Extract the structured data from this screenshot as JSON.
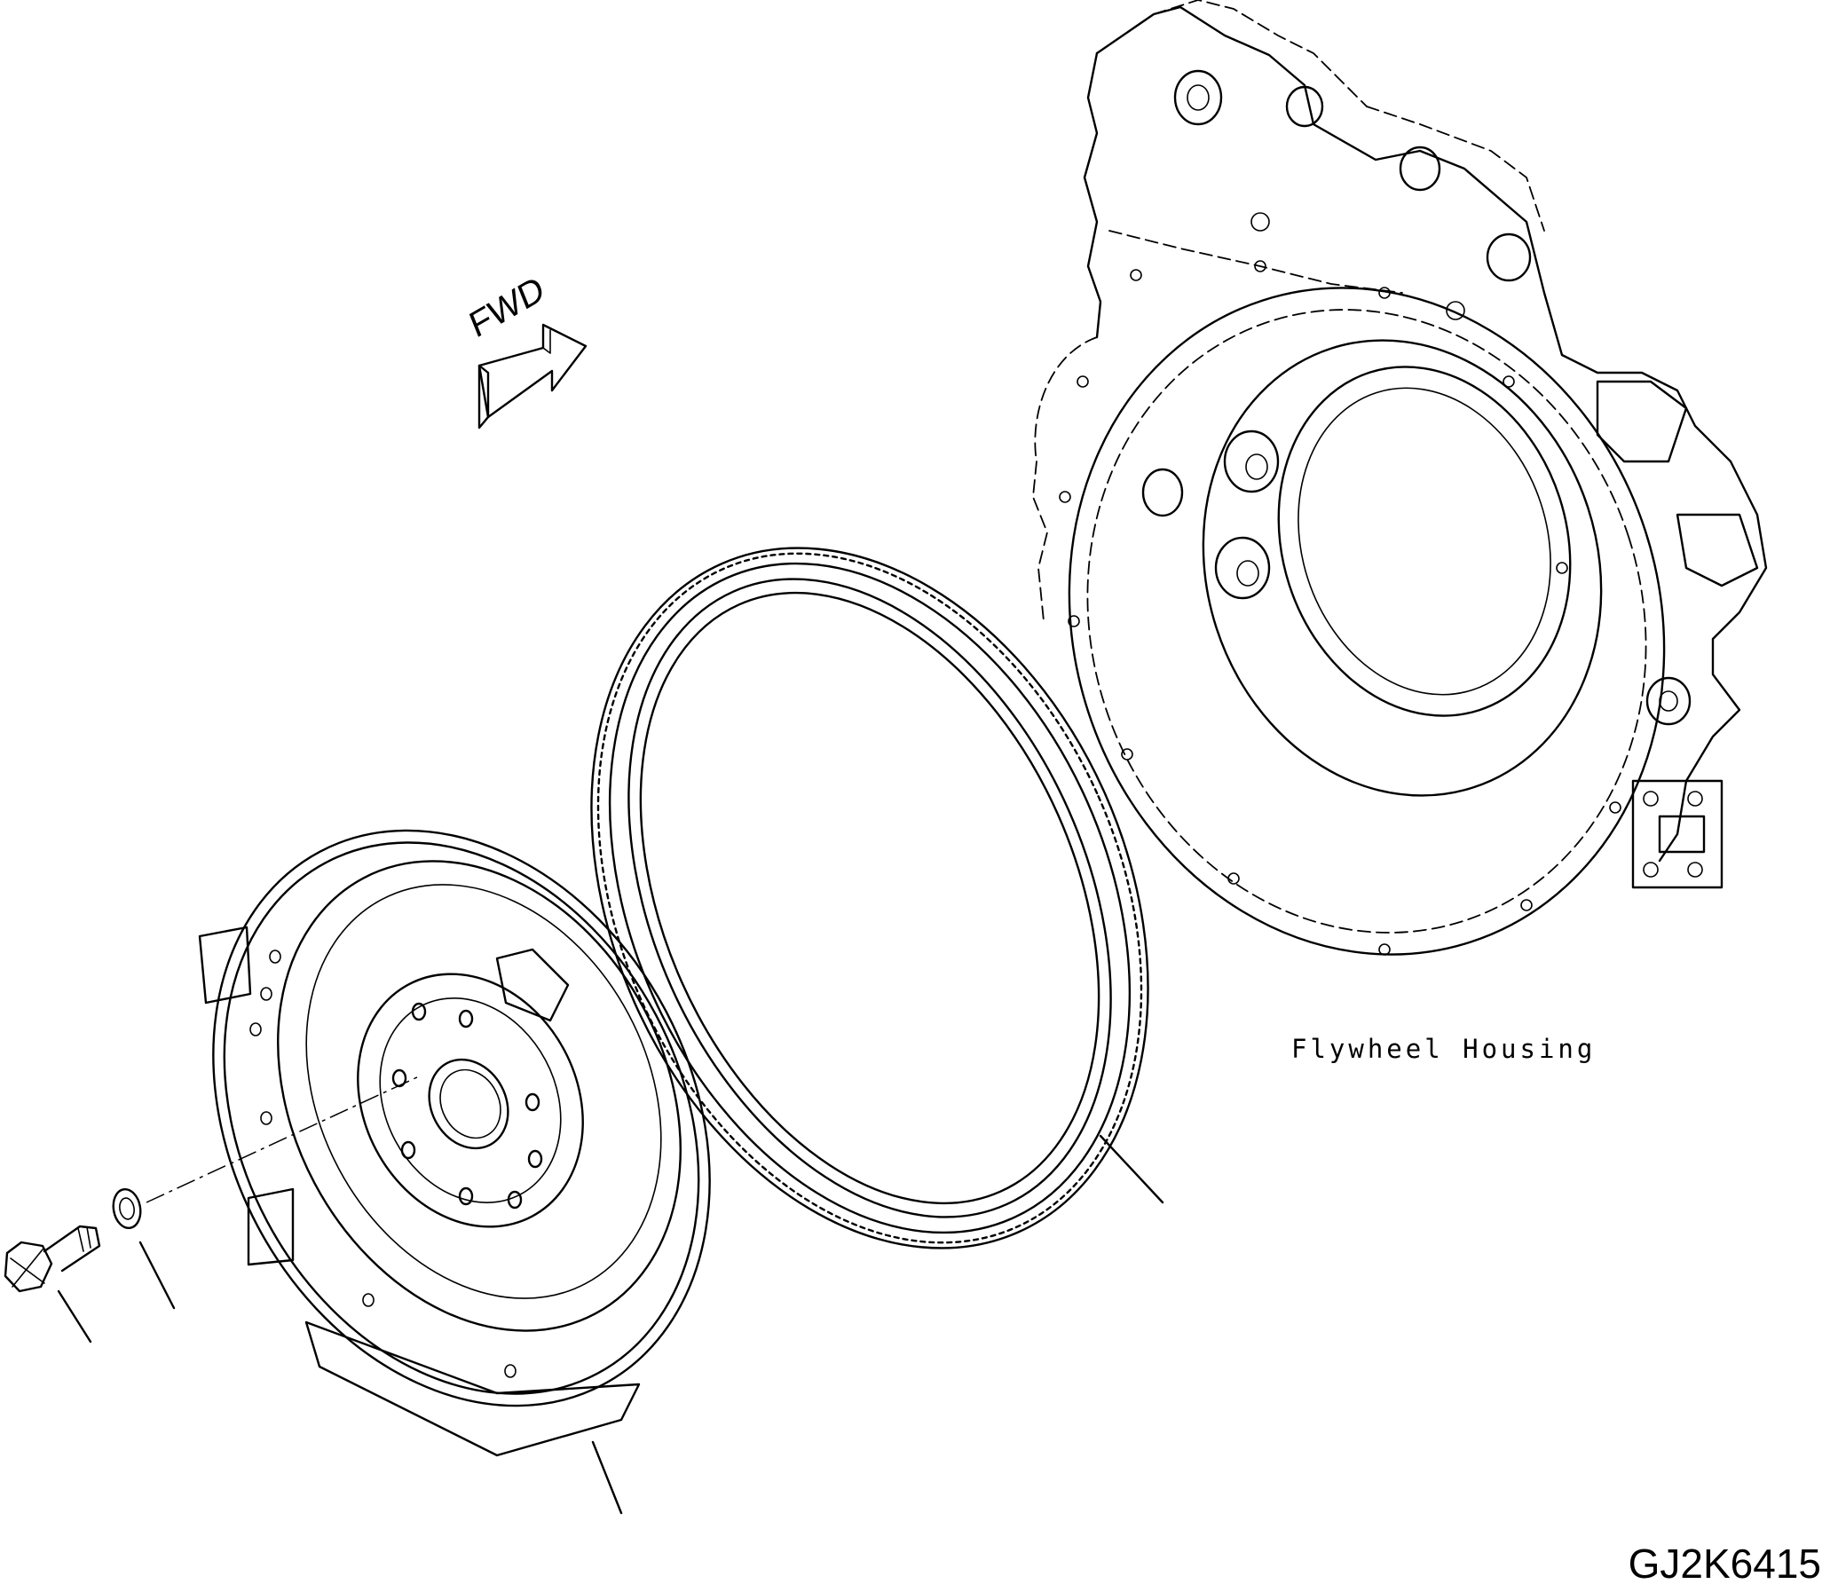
{
  "labels": {
    "housing": "Flywheel Housing",
    "fwd": "FWD",
    "drawing_number": "GJ2K6415"
  }
}
